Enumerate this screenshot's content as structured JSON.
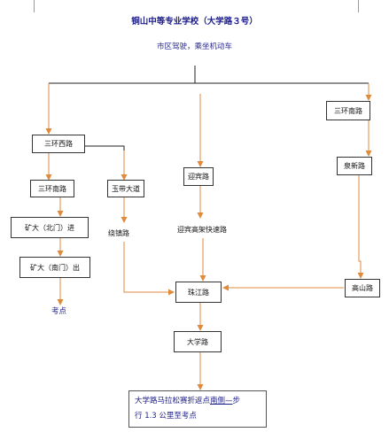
{
  "title": "铜山中等专业学校（大学路３号）",
  "subtitle": "市区驾驶，乘坐机动车",
  "nodes": {
    "sanhuan_xi": "三环西路",
    "sanhuan_nan_left": "三环南路",
    "kuangda_bei": "矿大（北门）进",
    "kuangda_nan": "矿大（南门）出",
    "kaodian": "考点",
    "yudai": "玉带大道",
    "raozhen": "绕镇路",
    "yingbin": "迎宾路",
    "yingbin_gaojia": "迎宾高架快速路",
    "sanhuan_nan_right": "三环南路",
    "quanxin": "泉新路",
    "gaoshan": "高山路",
    "zhujiang": "珠江路",
    "daxue": "大学路"
  },
  "final_note": {
    "line1_prefix": "大学路马拉松赛折返点",
    "line1_link": "南侧—",
    "line1_suffix": "步",
    "line2": "行 1.3 公里至考点"
  },
  "colors": {
    "arrow": "#e08a3c",
    "line": "#222222",
    "title": "#1c1c8a"
  }
}
